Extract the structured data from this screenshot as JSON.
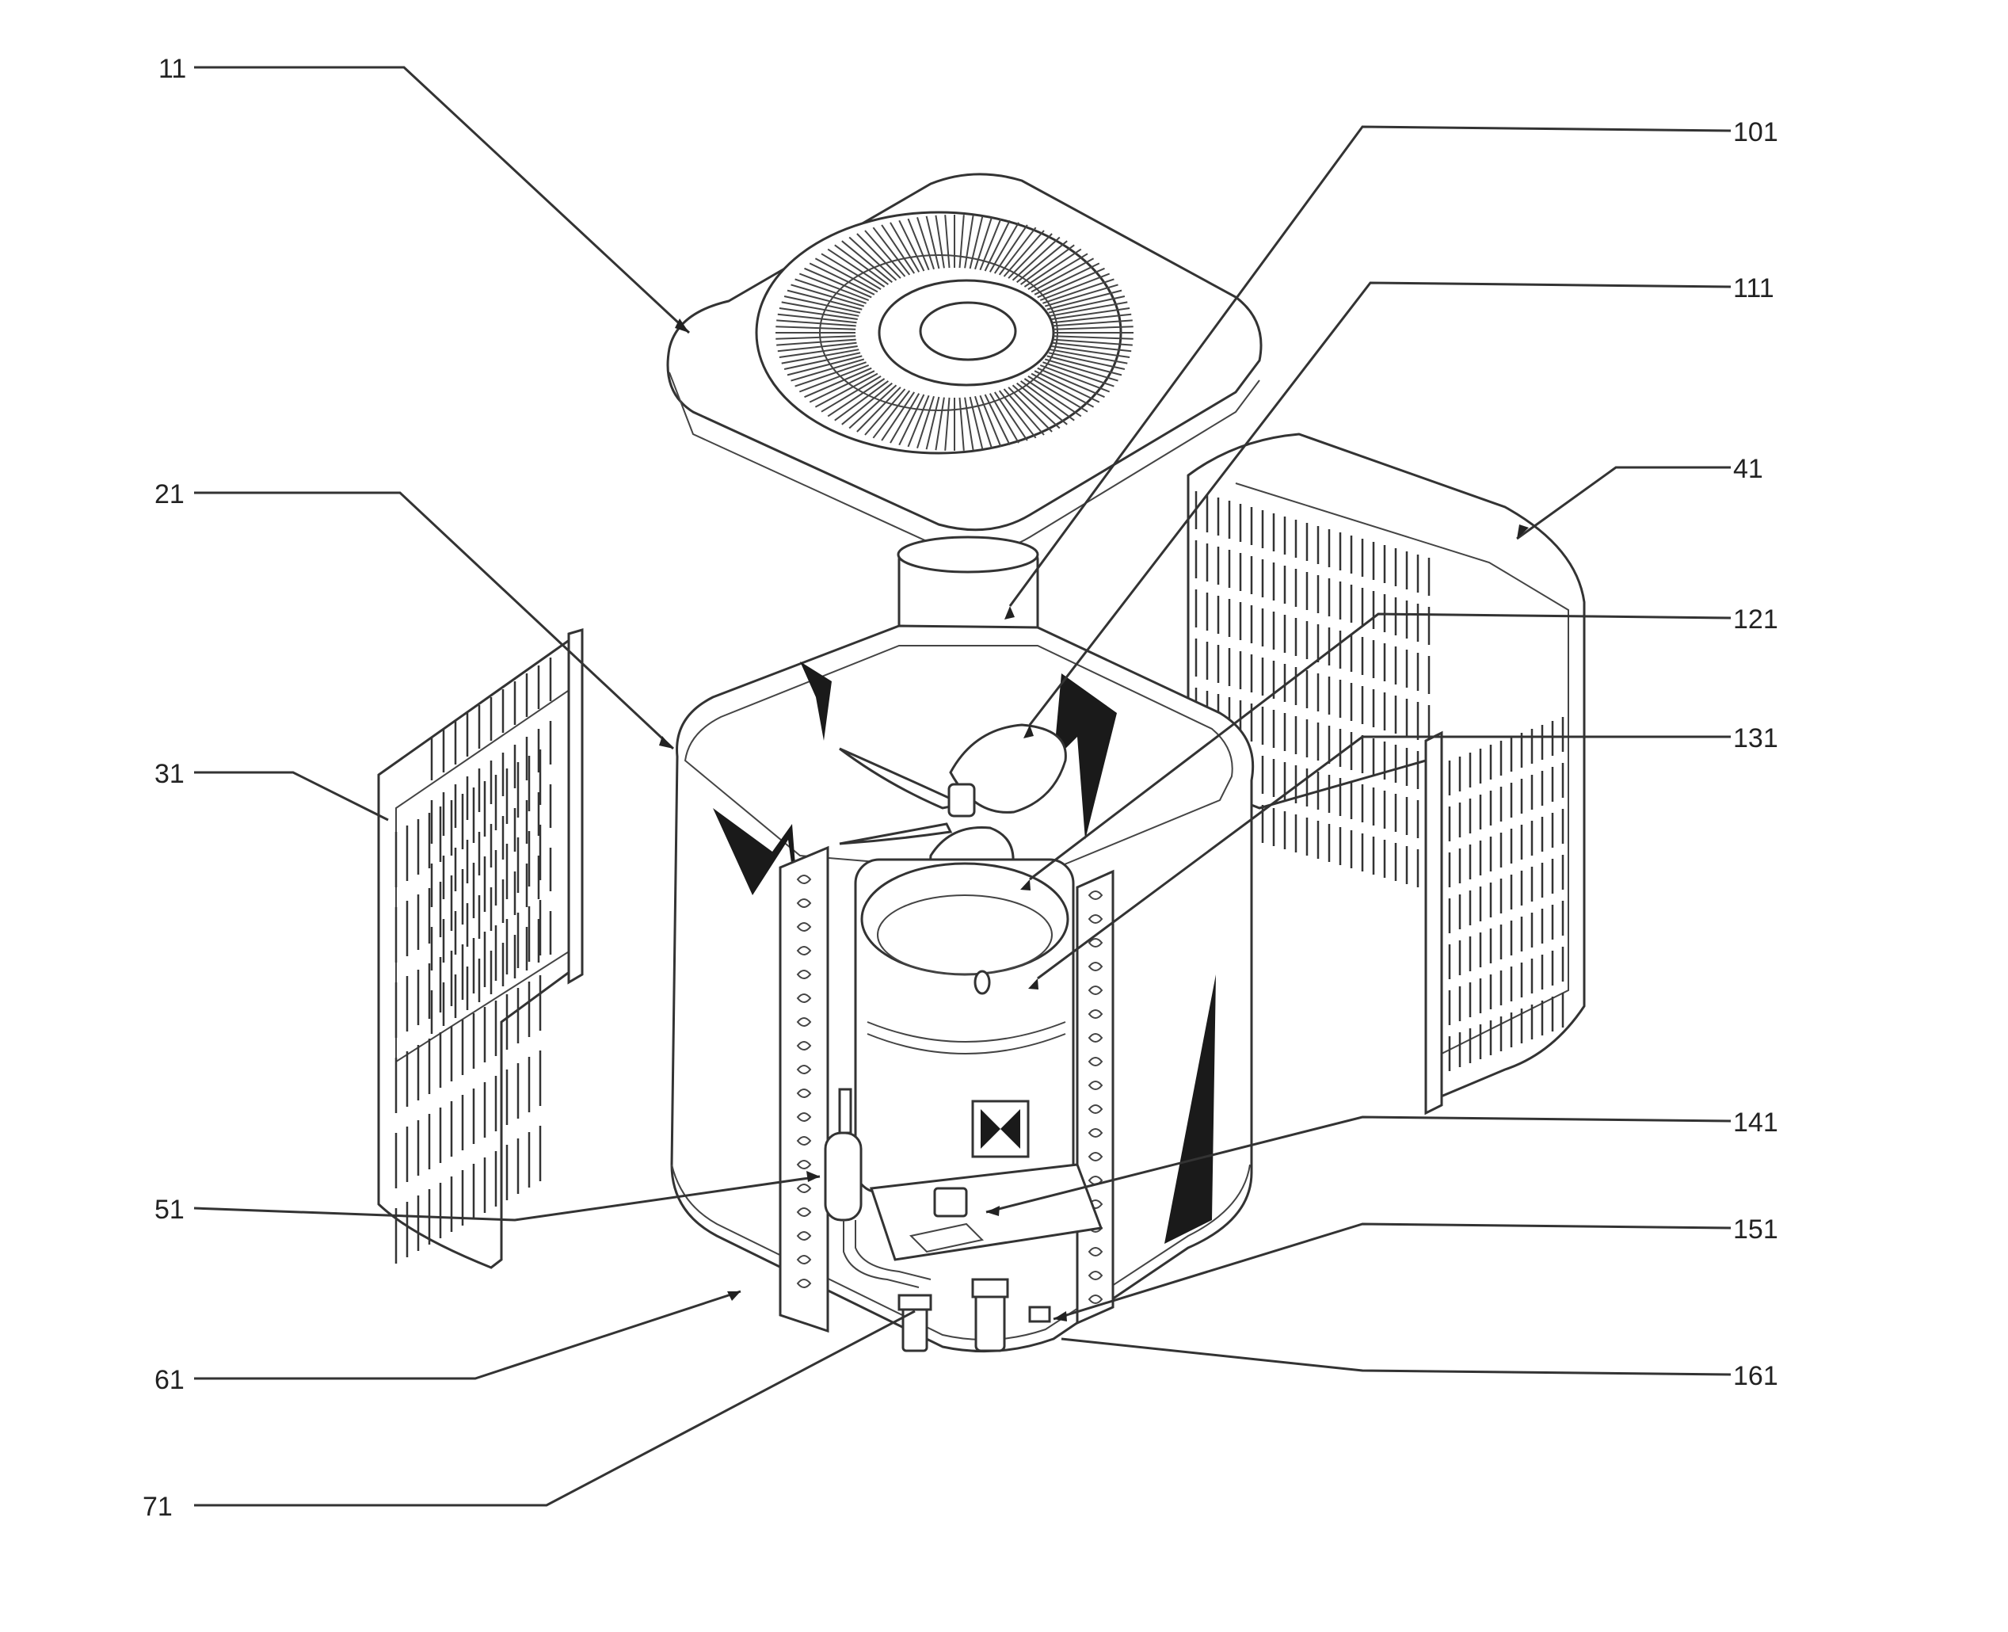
{
  "figure": {
    "callouts": [
      {
        "id": "11",
        "label": "11"
      },
      {
        "id": "21",
        "label": "21"
      },
      {
        "id": "31",
        "label": "31"
      },
      {
        "id": "41",
        "label": "41"
      },
      {
        "id": "51",
        "label": "51"
      },
      {
        "id": "61",
        "label": "61"
      },
      {
        "id": "71",
        "label": "71"
      },
      {
        "id": "101",
        "label": "101"
      },
      {
        "id": "111",
        "label": "111"
      },
      {
        "id": "121",
        "label": "121"
      },
      {
        "id": "131",
        "label": "131"
      },
      {
        "id": "141",
        "label": "141"
      },
      {
        "id": "151",
        "label": "151"
      },
      {
        "id": "161",
        "label": "161"
      }
    ]
  }
}
